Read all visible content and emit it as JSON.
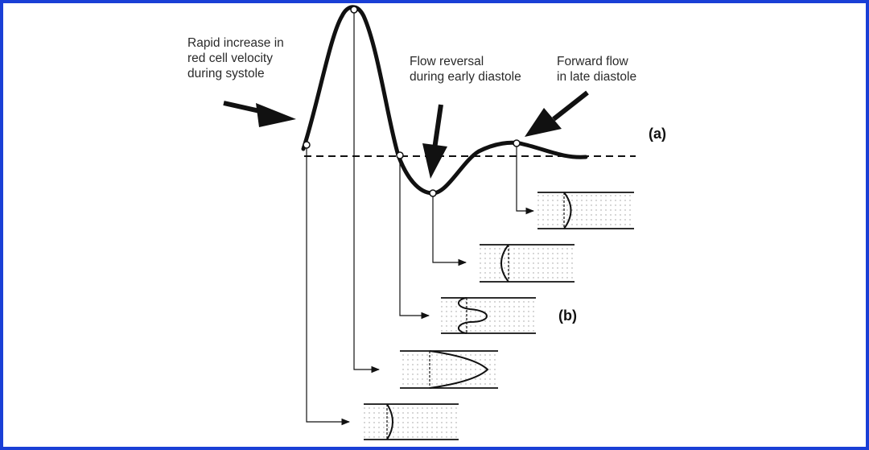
{
  "annotations": {
    "systole": "Rapid increase in\nred cell velocity\nduring systole",
    "early_diastole": "Flow reversal\nduring early diastole",
    "late_diastole": "Forward flow\nin late diastole"
  },
  "panel_labels": {
    "a": "(a)",
    "b": "(b)"
  },
  "colors": {
    "frame_border": "#1a3fd6",
    "ink": "#111111"
  }
}
